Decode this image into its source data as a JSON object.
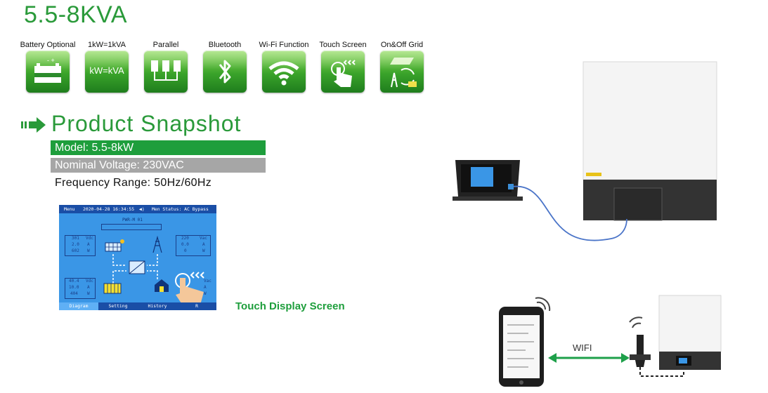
{
  "title": "5.5-8KVA",
  "features": [
    {
      "label": "Battery Optional",
      "icon": "battery-icon"
    },
    {
      "label": "1kW=1kVA",
      "icon": "kw-kva-icon",
      "text": "kW=kVA"
    },
    {
      "label": "Parallel",
      "icon": "parallel-icon"
    },
    {
      "label": "Bluetooth",
      "icon": "bluetooth-icon"
    },
    {
      "label": "Wi-Fi Function",
      "icon": "wifi-icon"
    },
    {
      "label": "Touch Screen",
      "icon": "touch-screen-icon"
    },
    {
      "label": "On&Off Grid",
      "icon": "on-off-grid-icon"
    }
  ],
  "snapshot": {
    "title": "Product Snapshot",
    "model": "Model: 5.5-8kW",
    "voltage": "Nominal Voltage: 230VAC",
    "frequency": "Frequency Range: 50Hz/60Hz"
  },
  "lcd": {
    "menu": "Menu",
    "datetime": "2020-04-28 16:34:55",
    "status": "Men Status: AC Bypass",
    "mode": "PWR-M 01",
    "pv_values": [
      "301",
      "2.0",
      "602"
    ],
    "pv_units": [
      "Vdc",
      "A",
      "W"
    ],
    "grid_values": [
      "220",
      "0.0",
      "0"
    ],
    "grid_units": [
      "Vac",
      "A",
      "W"
    ],
    "bat_values": [
      "40.4",
      "10.0",
      "404"
    ],
    "bat_units": [
      "Vdc",
      "A",
      "W"
    ],
    "load_units": [
      "Vac",
      "A",
      "W"
    ],
    "tabs": [
      "Diagram",
      "Setting",
      "History",
      "R"
    ]
  },
  "touch_label": "Touch Display Screen",
  "wifi_label": "WIFI",
  "colors": {
    "brand_green": "#2a9a3a",
    "bar_green": "#1e9e3c",
    "bar_gray": "#a6a6a6",
    "lcd_blue": "#3a96e6"
  }
}
